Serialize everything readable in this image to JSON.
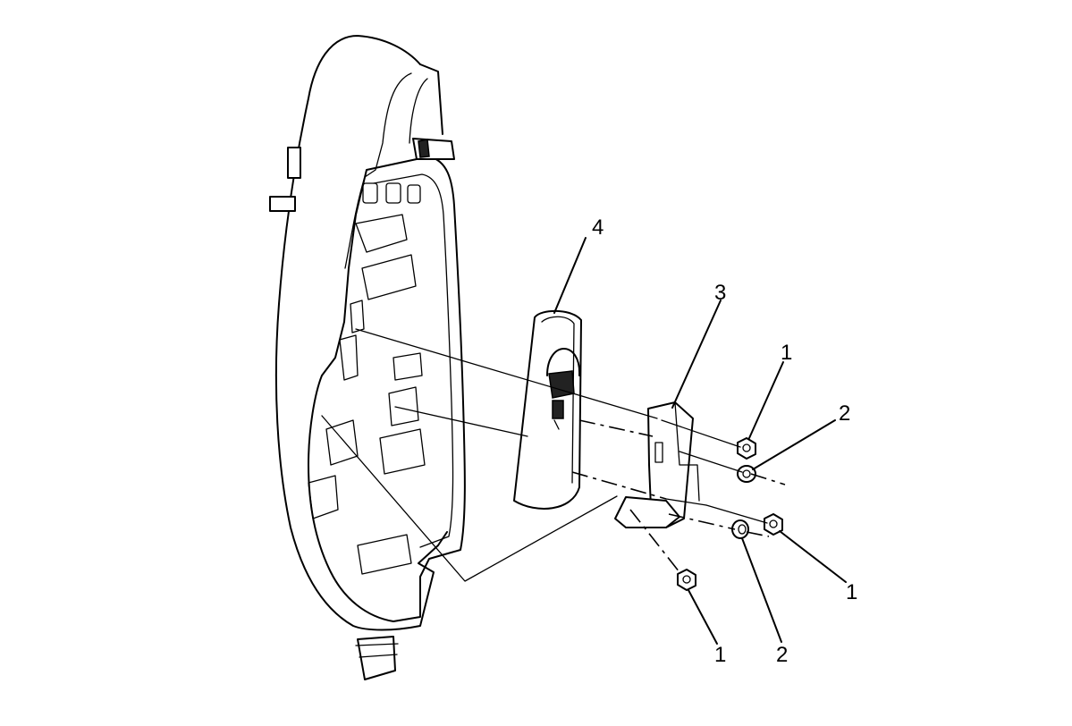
{
  "callouts": {
    "c1a": "1",
    "c1b": "1",
    "c1c": "1",
    "c2a": "2",
    "c2b": "2",
    "c3": "3",
    "c4": "4"
  }
}
